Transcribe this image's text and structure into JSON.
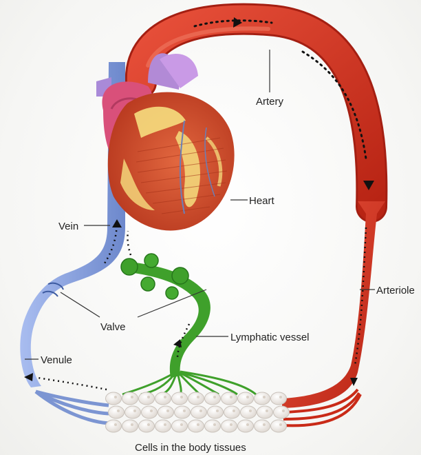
{
  "labels": {
    "artery": "Artery",
    "heart": "Heart",
    "vein": "Vein",
    "arteriole": "Arteriole",
    "valve": "Valve",
    "lymphatic_vessel": "Lymphatic vessel",
    "venule": "Venule",
    "cells": "Cells in the body tissues"
  },
  "colors": {
    "artery": "#d2321f",
    "artery_dark": "#a41f12",
    "vein": "#8fa8e0",
    "vein_dark": "#5f7cc2",
    "lymph": "#3fa02b",
    "lymph_dark": "#26761b",
    "heart_muscle": "#d95a3a",
    "heart_fat": "#f3d67a",
    "atrium": "#d9507a",
    "aorta_purple": "#b28ad6",
    "cell": "#f1ede8",
    "cell_outline": "#c9c2bb"
  },
  "icons": [
    "flow-arrow-icon",
    "valve-icon"
  ]
}
